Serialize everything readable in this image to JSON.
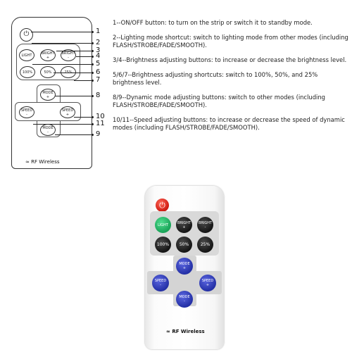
{
  "diagram": {
    "power_symbol": "⏻",
    "buttons": {
      "light": "LIGHT",
      "bright_up": "BRIGHT",
      "bright_up_sym": "+",
      "bright_down": "BRIGHT",
      "bright_down_sym": "-",
      "pct100": "100%",
      "pct50": "50%",
      "pct25": "25%",
      "mode_up": "MODE",
      "mode_up_sym": "+",
      "mode_down": "MODE",
      "mode_down_sym": "-",
      "speed_left": "SPEED",
      "speed_left_sym": "-",
      "speed_right": "SPEED",
      "speed_right_sym": "+"
    },
    "wireless_label": "RF Wireless",
    "callouts": [
      "1",
      "2",
      "3",
      "4",
      "5",
      "6",
      "7",
      "8",
      "10",
      "11",
      "9"
    ]
  },
  "descriptions": [
    "1--ON/OFF button: to turn on the strip or switch it to standby mode.",
    "2--Lighting mode shortcut: switch to lighting mode from other modes (including FLASH/STROBE/FADE/SMOOTH).",
    "3/4--Brightness adjusting buttons: to increase or decrease the brightness level.",
    "5/6/7--Brightness adjusting shortcuts: switch to 100%, 50%, and 25% brightness level.",
    "8/9--Dynamic mode adjusting buttons: switch to other modes (including FLASH/STROBE/FADE/SMOOTH).",
    "10/11--Speed adjusting buttons: to increase or decrease the speed of dynamic modes (including FLASH/STROBE/FADE/SMOOTH)."
  ],
  "product": {
    "power_symbol": "⏻",
    "light": "LIGHT",
    "bright_up": "BRIGHT",
    "bright_up_sym": "+",
    "bright_down": "BRIGHT",
    "bright_down_sym": "-",
    "pct100": "100%",
    "pct50": "50%",
    "pct25": "25%",
    "mode_up": "MODE",
    "mode_up_sym": "+",
    "mode_down": "MODE",
    "mode_down_sym": "-",
    "speed_left": "SPEED",
    "speed_left_sym": "-",
    "speed_right": "SPEED",
    "speed_right_sym": "+",
    "wireless_label": "RF Wireless"
  },
  "colors": {
    "power_red": "#d21d14",
    "light_green": "#18a357",
    "key_black": "#151515",
    "mode_blue": "#2430a6"
  }
}
